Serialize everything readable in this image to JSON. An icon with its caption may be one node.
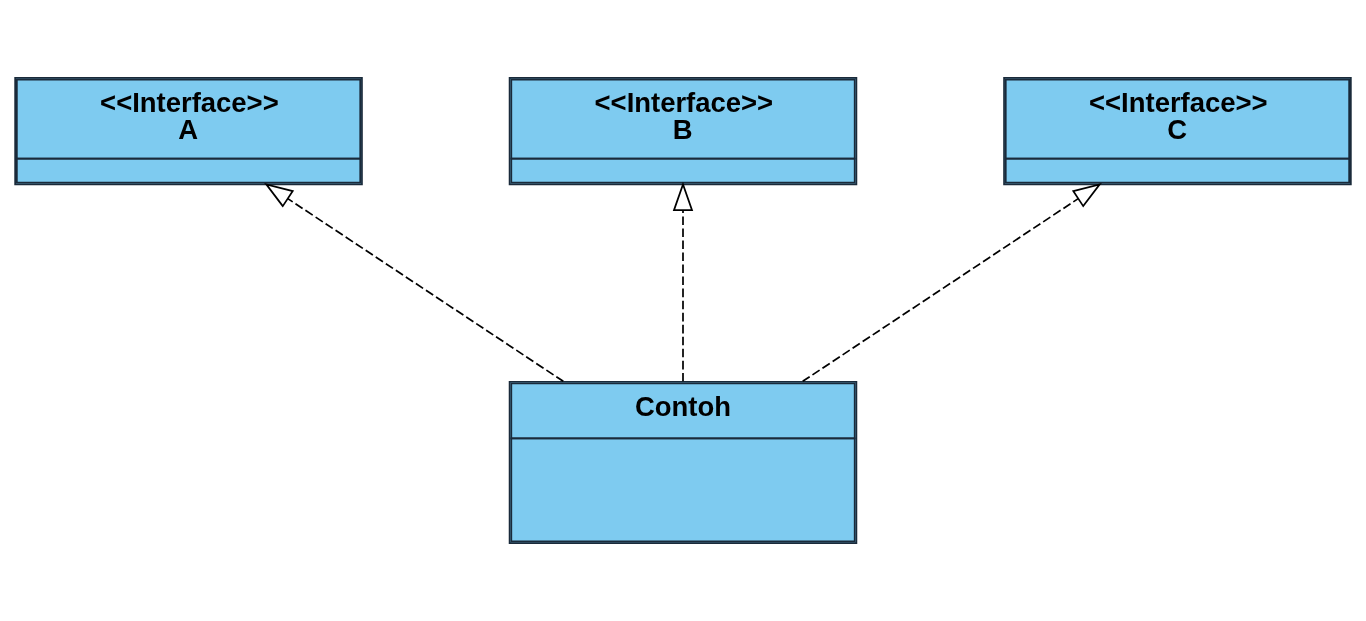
{
  "diagram": {
    "nodes": [
      {
        "text": [
          "<<Interface>>",
          "A"
        ]
      },
      {
        "text": [
          "<<Interface>>",
          "B"
        ]
      },
      {
        "text": [
          "<<Interface>>",
          "C"
        ]
      },
      {
        "text": [
          "Contoh"
        ]
      }
    ],
    "edges": [
      {
        "from": 3,
        "to": 0,
        "arrow": "to",
        "style": "dashed"
      },
      {
        "from": 3,
        "to": 1,
        "arrow": "to",
        "style": "dashed"
      },
      {
        "from": 3,
        "to": 2,
        "arrow": "to",
        "style": "dashed"
      }
    ]
  }
}
